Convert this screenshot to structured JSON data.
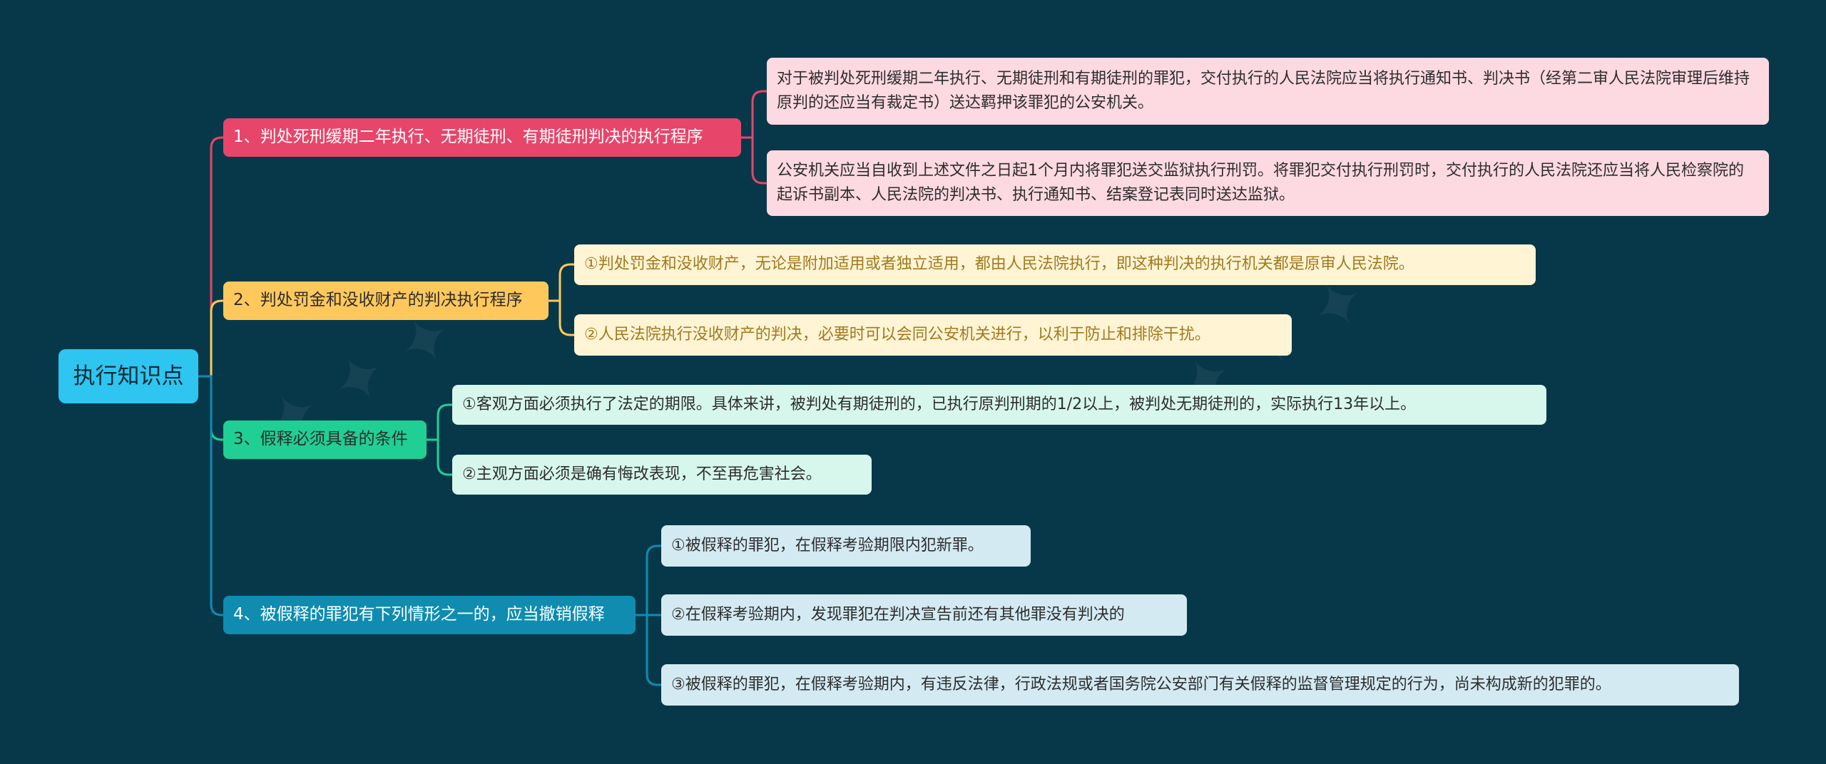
{
  "root": {
    "label": "执行知识点"
  },
  "colors": {
    "background": "#07384a",
    "root": "#2ec5f0",
    "branch1": "#e8456a",
    "branch2": "#ffc85c",
    "branch3": "#1fcf94",
    "branch4": "#0f8cb0"
  },
  "branches": [
    {
      "label": "1、判处死刑缓期二年执行、无期徒刑、有期徒刑判决的执行程序",
      "children": [
        "对于被判处死刑缓期二年执行、无期徒刑和有期徒刑的罪犯，交付执行的人民法院应当将执行通知书、判决书（经第二审人民法院审理后维持原判的还应当有裁定书）送达羁押该罪犯的公安机关。",
        "公安机关应当自收到上述文件之日起1个月内将罪犯送交监狱执行刑罚。将罪犯交付执行刑罚时，交付执行的人民法院还应当将人民检察院的起诉书副本、人民法院的判决书、执行通知书、结案登记表同时送达监狱。"
      ]
    },
    {
      "label": "2、判处罚金和没收财产的判决执行程序",
      "children": [
        "①判处罚金和没收财产，无论是附加适用或者独立适用，都由人民法院执行，即这种判决的执行机关都是原审人民法院。",
        "②人民法院执行没收财产的判决，必要时可以会同公安机关进行，以利于防止和排除干扰。"
      ]
    },
    {
      "label": "3、假释必须具备的条件",
      "children": [
        "①客观方面必须执行了法定的期限。具体来讲，被判处有期徒刑的，已执行原判刑期的1/2以上，被判处无期徒刑的，实际执行13年以上。",
        "②主观方面必须是确有悔改表现，不至再危害社会。"
      ]
    },
    {
      "label": "4、被假释的罪犯有下列情形之一的，应当撤销假释",
      "children": [
        "①被假释的罪犯，在假释考验期限内犯新罪。",
        "②在假释考验期内，发现罪犯在判决宣告前还有其他罪没有判决的",
        "③被假释的罪犯，在假释考验期内，有违反法律，行政法规或者国务院公安部门有关假释的监督管理规定的行为，尚未构成新的犯罪的。"
      ]
    }
  ]
}
